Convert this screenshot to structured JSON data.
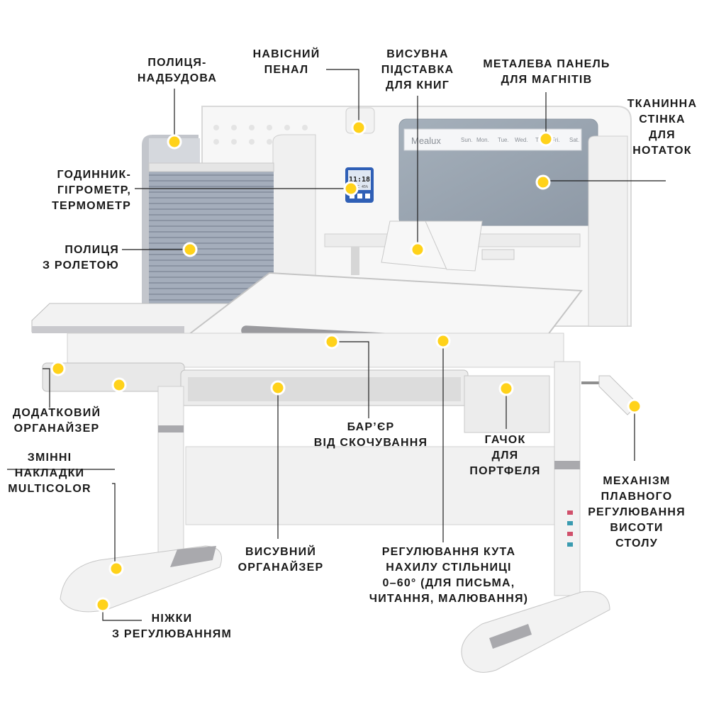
{
  "product": {
    "brand_logo": "Mealux",
    "weekdays": [
      "Sun.",
      "Mon.",
      "Tue.",
      "Wed.",
      "Thu.",
      "Fri.",
      "Sat."
    ],
    "clock": {
      "time": "11:18",
      "reading": "23°C 45%"
    }
  },
  "labels": {
    "shelf_top": [
      "ПОЛИЦЯ-",
      "НАДБУДОВА"
    ],
    "pencil_case": [
      "НАВІСНИЙ",
      "ПЕНАЛ"
    ],
    "book_stand": [
      "ВИСУВНА",
      "ПІДСТАВКА",
      "ДЛЯ КНИГ"
    ],
    "metal_panel": [
      "МЕТАЛЕВА ПАНЕЛЬ",
      "ДЛЯ МАГНІТІВ"
    ],
    "fabric_wall": [
      "ТКАНИННА",
      "СТІНКА",
      "ДЛЯ",
      "НОТАТОК"
    ],
    "clock": [
      "ГОДИННИК-",
      "ГІГРОМЕТР,",
      "ТЕРМОМЕТР"
    ],
    "roller_shelf": [
      "ПОЛИЦЯ",
      "З РОЛЕТОЮ"
    ],
    "extra_organizer": [
      "ДОДАТКОВИЙ",
      "ОРГАНАЙЗЕР"
    ],
    "covers": [
      "ЗМІННІ",
      "НАКЛАДКИ",
      "MULTICOLOR"
    ],
    "barrier": [
      "БАР’ЄР",
      "ВІД СКОЧУВАННЯ"
    ],
    "hook": [
      "ГАЧОК",
      "ДЛЯ",
      "ПОРТФЕЛЯ"
    ],
    "height_mech": [
      "МЕХАНІЗМ",
      "ПЛАВНОГО",
      "РЕГУЛЮВАННЯ",
      "ВИСОТИ",
      "СТОЛУ"
    ],
    "drawer": [
      "ВИСУВНИЙ",
      "ОРГАНАЙЗЕР"
    ],
    "tilt": [
      "РЕГУЛЮВАННЯ КУТА",
      "НАХИЛУ СТІЛЬНИЦІ",
      "0–60° (ДЛЯ ПИСЬМА,",
      "ЧИТАННЯ, МАЛЮВАННЯ)"
    ],
    "legs": [
      "НІЖКИ",
      "З РЕГУЛЮВАННЯМ"
    ]
  },
  "colors": {
    "marker": "#ffd21a",
    "marker_ring": "#ffffff",
    "line": "#222222",
    "desk_white": "#f4f4f4",
    "desk_grey": "#a9a9ad",
    "felt": "#9aa6b3"
  }
}
